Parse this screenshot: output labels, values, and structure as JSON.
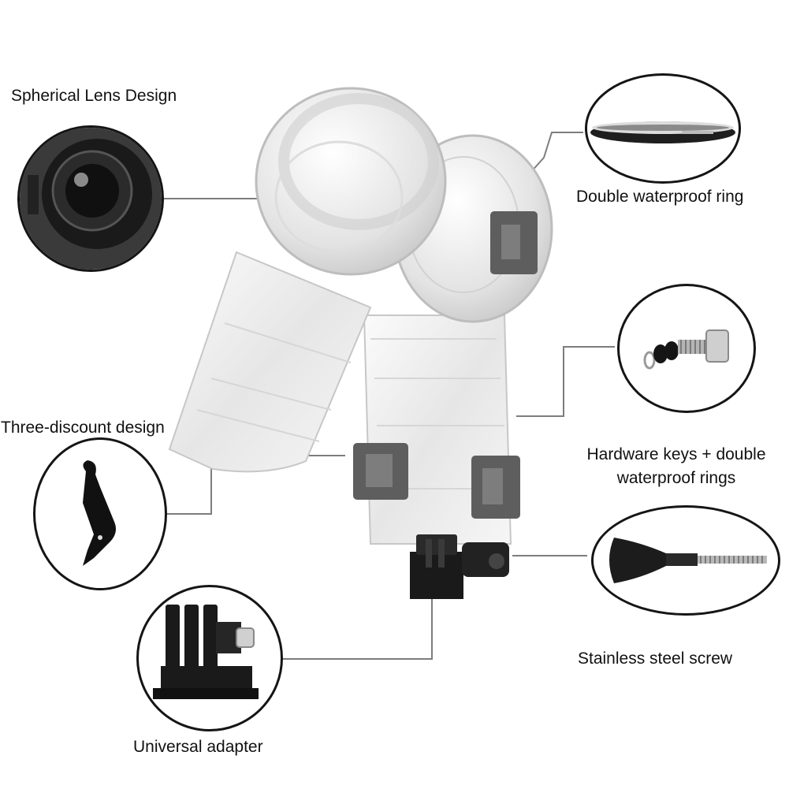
{
  "features": {
    "spherical_lens": {
      "label": "Spherical Lens Design",
      "icon": "camera-lens-icon"
    },
    "double_ring": {
      "label": "Double waterproof ring",
      "icon": "waterproof-ring-icon"
    },
    "three_discount": {
      "label": "Three-discount design",
      "icon": "latch-buckle-icon"
    },
    "hardware_keys": {
      "line1": "Hardware keys + double",
      "line2": "waterproof rings",
      "icon": "key-screw-icon"
    },
    "stainless_screw": {
      "label": "Stainless steel screw",
      "icon": "thumb-screw-icon"
    },
    "universal_adapter": {
      "label": "Universal adapter",
      "icon": "mount-adapter-icon"
    }
  },
  "product": {
    "name": "waterproof-housing",
    "icon": "dive-case-icon"
  },
  "colors": {
    "background": "#ffffff",
    "text": "#111111",
    "circle_border": "#151515",
    "connector": "#7d7d7d",
    "clip": "#5e5e5e"
  }
}
